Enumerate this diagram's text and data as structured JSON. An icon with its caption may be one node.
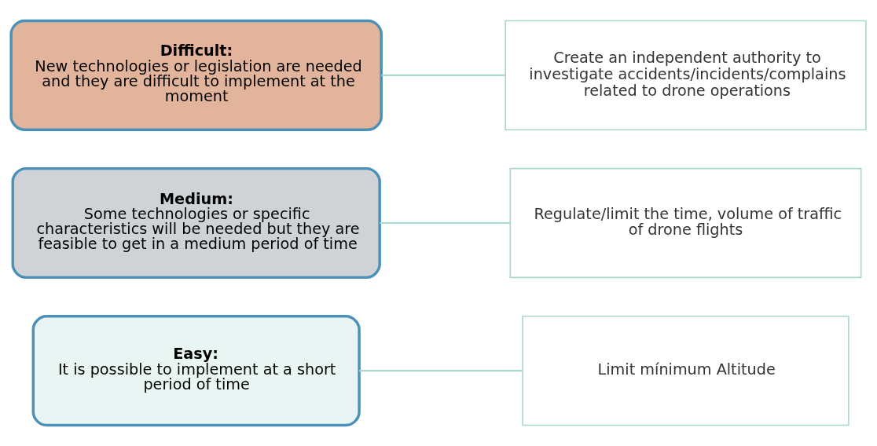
{
  "diagram": {
    "nodes": [
      {
        "text": [
          "Easy:",
          "It is possible to implement at a short period of time"
        ]
      },
      {
        "text": [
          "Limit mínimum Altitude"
        ]
      },
      {
        "text": [
          "Medium:",
          "Some technologies or specific characteristics will be needed but they are feasible to get in a medium period of time"
        ]
      },
      {
        "text": [
          "Regulate/limit the time, volume of traffic of drone flights"
        ]
      },
      {
        "text": [
          "Difficult:",
          "New technologies or legislation are needed and they are difficult to implement at the moment"
        ]
      },
      {
        "text": [
          "Create an independent authority to investigate accidents/incidents/complains related to drone operations"
        ]
      }
    ],
    "edges": [
      {
        "from": 0,
        "to": 1,
        "arrow": "none"
      },
      {
        "from": 2,
        "to": 3,
        "arrow": "none"
      },
      {
        "from": 4,
        "to": 5,
        "arrow": "none"
      }
    ]
  }
}
